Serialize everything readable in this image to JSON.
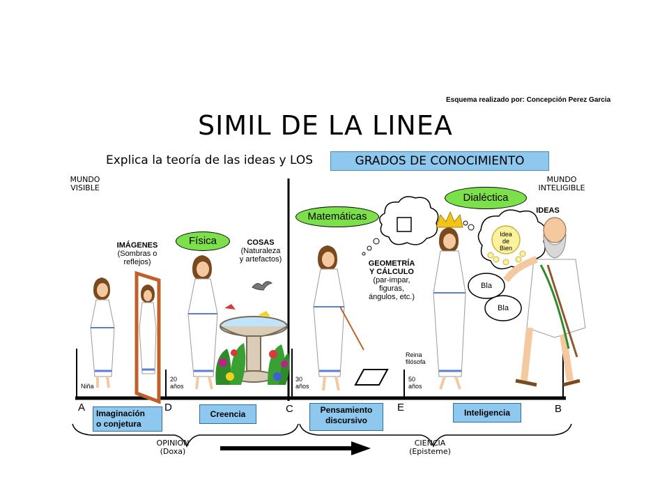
{
  "header": {
    "credit": "Esquema realizado por: Concepción Perez Garcia",
    "title": "SIMIL DE LA LINEA",
    "subtitle": "Explica la teoría de las ideas y LOS",
    "grados": "GRADOS DE CONOCIMIENTO"
  },
  "worlds": {
    "visible_line1": "MUNDO",
    "visible_line2": "VISIBLE",
    "inteligible_line1": "MUNDO",
    "inteligible_line2": "INTELIGIBLE"
  },
  "objects": {
    "imagenes_title": "IMÁGENES",
    "imagenes_line1": "(Sombras o",
    "imagenes_line2": "reflejos)",
    "cosas_title": "COSAS",
    "cosas_line1": "(Naturaleza",
    "cosas_line2": "y artefactos)",
    "geometria_title1": "GEOMETRÍA",
    "geometria_title2": "Y CÁLCULO",
    "geometria_line1": "(par-impar,",
    "geometria_line2": "figuras,",
    "geometria_line3": "ángulos, etc.)",
    "ideas_title": "IDEAS",
    "idea_bien_line1": "Idea",
    "idea_bien_line2": "de",
    "idea_bien_line3": "Bien",
    "bla1": "Bla",
    "bla2": "Bla"
  },
  "sciences": {
    "fisica": "Física",
    "matematicas": "Matemáticas",
    "dialectica": "Dialéctica"
  },
  "ages": {
    "nina": "Niña",
    "age20_num": "20",
    "age20_unit": "años",
    "age30_num": "30",
    "age30_unit": "años",
    "reina_line1": "Reina",
    "reina_line2": "filósofa",
    "age50_num": "50",
    "age50_unit": "años"
  },
  "line_points": {
    "A": "A",
    "D": "D",
    "C": "C",
    "E": "E",
    "B": "B"
  },
  "grades": {
    "imaginacion_line1": "Imaginación",
    "imaginacion_line2": "o conjetura",
    "creencia": "Creencia",
    "pensamiento_line1": "Pensamiento",
    "pensamiento_line2": "discursivo",
    "inteligencia": "Inteligencia"
  },
  "bottom": {
    "opinion_line1": "OPINION",
    "opinion_line2": "(Doxa)",
    "ciencia_line1": "CIENCIA",
    "ciencia_line2": "(Episteme)"
  },
  "colors": {
    "pill_green": "#7be04a",
    "box_blue": "#8ec8ef",
    "robe_white": "#ffffff",
    "skin": "#f4c9a0",
    "hair_brown": "#7a4a1e",
    "mirror_frame": "#c0602a",
    "crown_gold": "#f2c418"
  }
}
